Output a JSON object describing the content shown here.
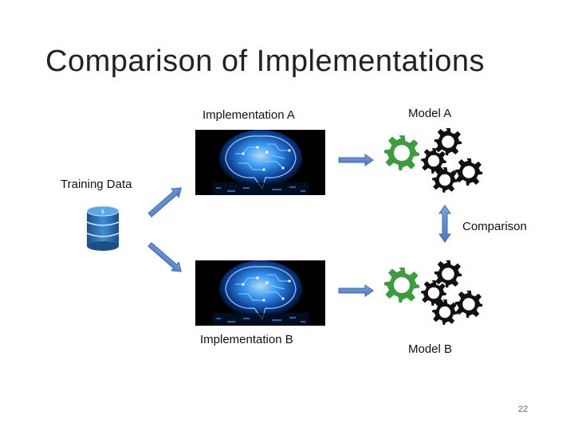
{
  "slide": {
    "title": "Comparison of Implementations",
    "page_number": "22"
  },
  "labels": {
    "impl_a": "Implementation A",
    "impl_b": "Implementation B",
    "model_a": "Model A",
    "model_b": "Model B",
    "training_data": "Training Data",
    "comparison": "Comparison"
  },
  "icons": {
    "brain": "brain-circuit-icon",
    "database": "database-icon",
    "gears": "gears-icon",
    "arrow": "arrow-icon"
  },
  "colors": {
    "arrow_fill": "#5b87c6",
    "arrow_stroke": "#3f6aa8",
    "gear_green": "#3f9b3f",
    "gear_black": "#111111",
    "brain_glow": "#2f8fff",
    "db_blue": "#2a6fb3"
  }
}
